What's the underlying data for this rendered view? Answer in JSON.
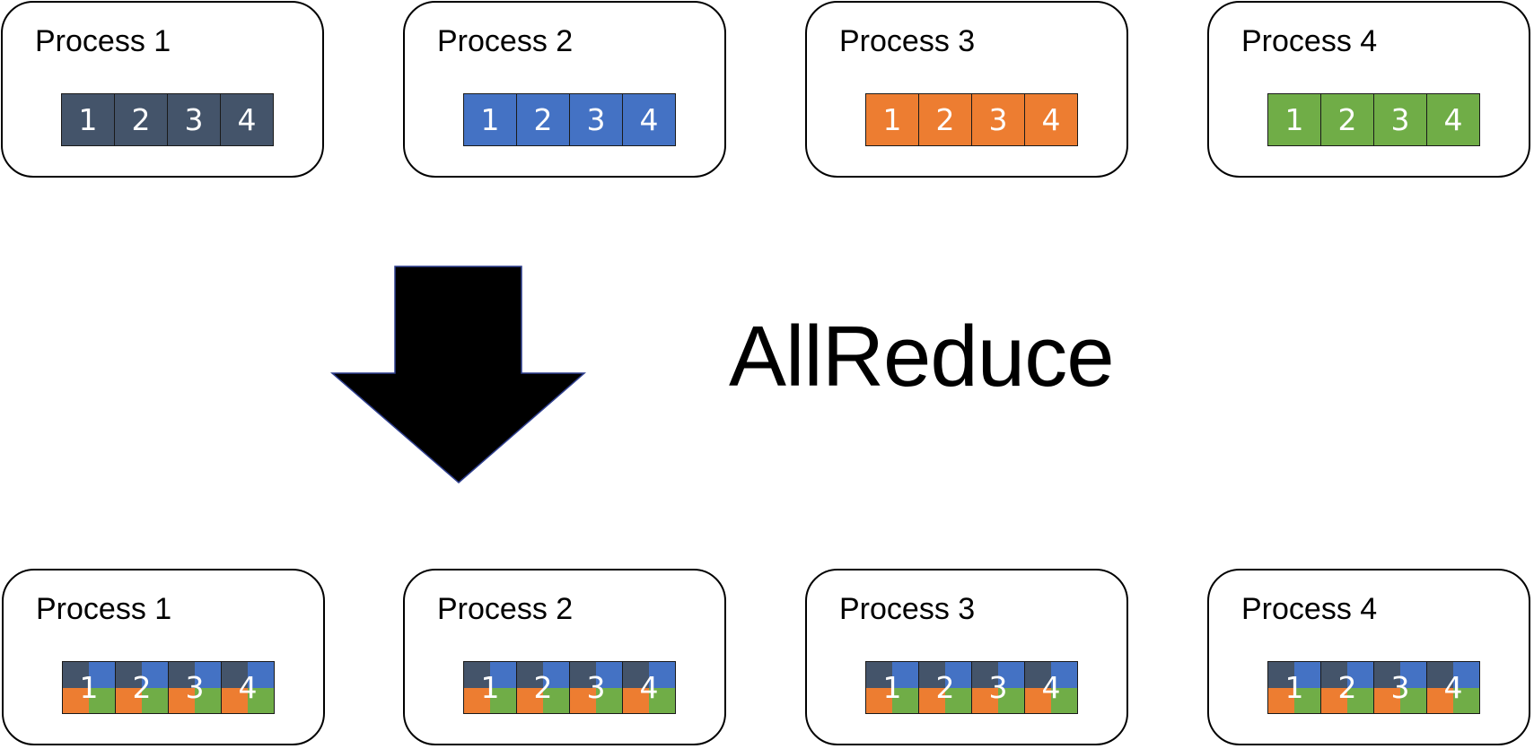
{
  "operation_label": "AllReduce",
  "colors": {
    "process1": "#44546a",
    "process2": "#4472c4",
    "process3": "#ed7d31",
    "process4": "#70ad47"
  },
  "before": {
    "processes": [
      {
        "title": "Process 1",
        "color_key": "process1",
        "cells": [
          "1",
          "2",
          "3",
          "4"
        ]
      },
      {
        "title": "Process 2",
        "color_key": "process2",
        "cells": [
          "1",
          "2",
          "3",
          "4"
        ]
      },
      {
        "title": "Process 3",
        "color_key": "process3",
        "cells": [
          "1",
          "2",
          "3",
          "4"
        ]
      },
      {
        "title": "Process 4",
        "color_key": "process4",
        "cells": [
          "1",
          "2",
          "3",
          "4"
        ]
      }
    ]
  },
  "after": {
    "processes": [
      {
        "title": "Process 1",
        "cells": [
          "1",
          "2",
          "3",
          "4"
        ]
      },
      {
        "title": "Process 2",
        "cells": [
          "1",
          "2",
          "3",
          "4"
        ]
      },
      {
        "title": "Process 3",
        "cells": [
          "1",
          "2",
          "3",
          "4"
        ]
      },
      {
        "title": "Process 4",
        "cells": [
          "1",
          "2",
          "3",
          "4"
        ]
      }
    ]
  }
}
